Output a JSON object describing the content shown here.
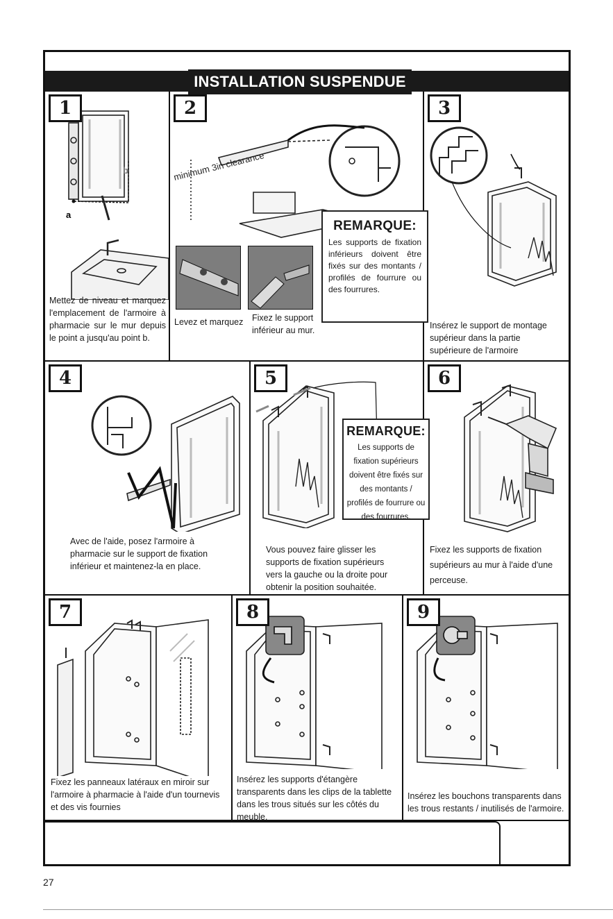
{
  "header": {
    "title": "INSTALLATION SUSPENDUE"
  },
  "steps": {
    "s1": {
      "num": "1",
      "label_a": "a",
      "label_b": "b",
      "caption": "Mettez de niveau et marquez l'emplacement de l'armoire à pharmacie sur le mur depuis le point a jusqu'au point b."
    },
    "s2": {
      "num": "2",
      "clearance": "minimum 3in clearance",
      "caption_left": "Levez et marquez",
      "caption_right": "Fixez le support inférieur au mur."
    },
    "s3": {
      "num": "3",
      "caption": "Insérez le support de montage supérieur dans la partie supérieure de l'armoire"
    },
    "s4": {
      "num": "4",
      "caption": "Avec de l'aide, posez l'armoire à pharmacie sur le support de fixation inférieur et maintenez-la en place."
    },
    "s5": {
      "num": "5",
      "caption": "Vous pouvez faire glisser les supports de fixation supérieurs vers la gauche ou la droite pour obtenir la position souhaitée."
    },
    "s6": {
      "num": "6",
      "caption": "Fixez les supports de fixation supérieurs au mur à l'aide d'une perceuse."
    },
    "s7": {
      "num": "7",
      "caption": "Fixez les panneaux latéraux en miroir sur l'armoire à pharmacie à l'aide d'un tournevis et des vis fournies"
    },
    "s8": {
      "num": "8",
      "caption": "Insérez les supports d'étangère transparents dans les clips de la tablette dans les trous situés sur les côtés du meuble."
    },
    "s9": {
      "num": "9",
      "caption": "Insérez les bouchons transparents dans les trous restants / inutilisés de l'armoire."
    }
  },
  "notes": {
    "n1": {
      "title": "REMARQUE:",
      "body": "Les supports de fixation inférieurs doivent être fixés sur des montants / profilés de fourrure ou des fourrures."
    },
    "n2": {
      "title": "REMARQUE:",
      "body": "Les supports de fixation supérieurs doivent être fixés sur des montants / profilés de fourrure ou des fourrures."
    }
  },
  "page_number": "27"
}
